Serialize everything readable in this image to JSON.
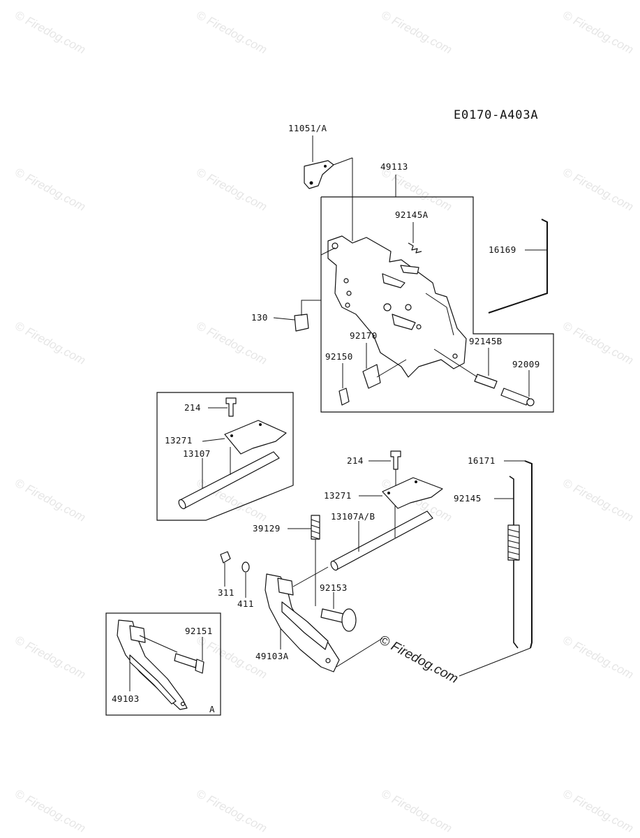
{
  "diagram": {
    "code": "E0170-A403A",
    "watermark": "© Firedog.com",
    "watermark_main": "© Firedog.com",
    "subassembly_tag": "A",
    "labels": {
      "p11051A": "11051/A",
      "p49113": "49113",
      "p92145A": "92145A",
      "p16169": "16169",
      "p130": "130",
      "p92170": "92170",
      "p92145B": "92145B",
      "p92150": "92150",
      "p92009": "92009",
      "p214a": "214",
      "p13271a": "13271",
      "p13107": "13107",
      "p214b": "214",
      "p16171": "16171",
      "p13271b": "13271",
      "p92145": "92145",
      "p13107AB": "13107A/B",
      "p39129": "39129",
      "p311": "311",
      "p411": "411",
      "p92153": "92153",
      "p92151": "92151",
      "p49103A": "49103A",
      "p49103": "49103"
    }
  }
}
